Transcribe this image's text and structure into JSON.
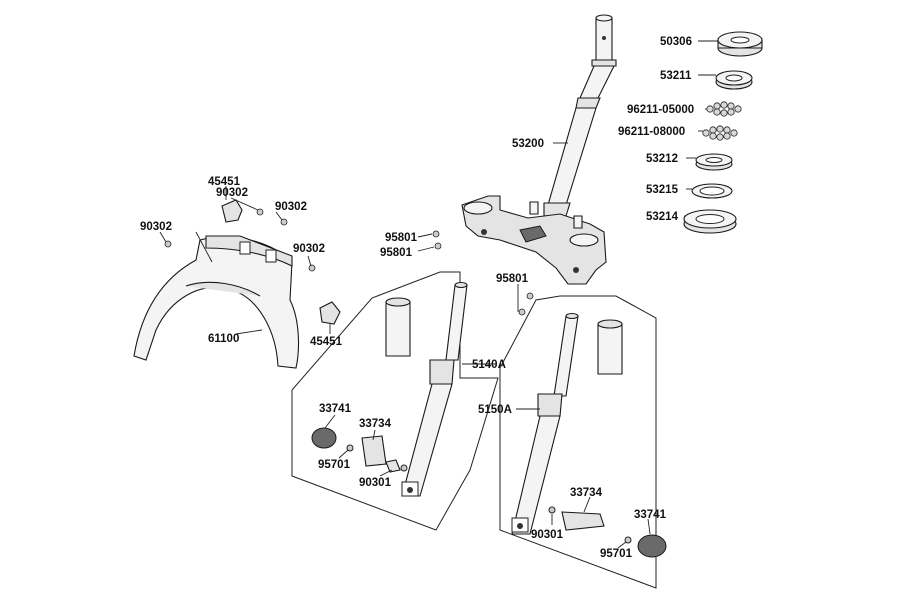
{
  "labels": {
    "p50306": "50306",
    "p53211": "53211",
    "p96211_05000": "96211-05000",
    "p96211_08000": "96211-08000",
    "p53200": "53200",
    "p53212": "53212",
    "p53215": "53215",
    "p53214": "53214",
    "p45451_top": "45451",
    "p90302_a": "90302",
    "p90302_b": "90302",
    "p90302_c": "90302",
    "p90302_d": "90302",
    "p95801_a": "95801",
    "p95801_b": "95801",
    "p95801_c": "95801",
    "p61100": "61100",
    "p45451_bottom": "45451",
    "p5140A": "5140A",
    "p5150A": "5150A",
    "p33741_left": "33741",
    "p33734_left": "33734",
    "p95701_left": "95701",
    "p90301_left": "90301",
    "p33734_right": "33734",
    "p33741_right": "33741",
    "p90301_right": "90301",
    "p95701_right": "95701"
  }
}
